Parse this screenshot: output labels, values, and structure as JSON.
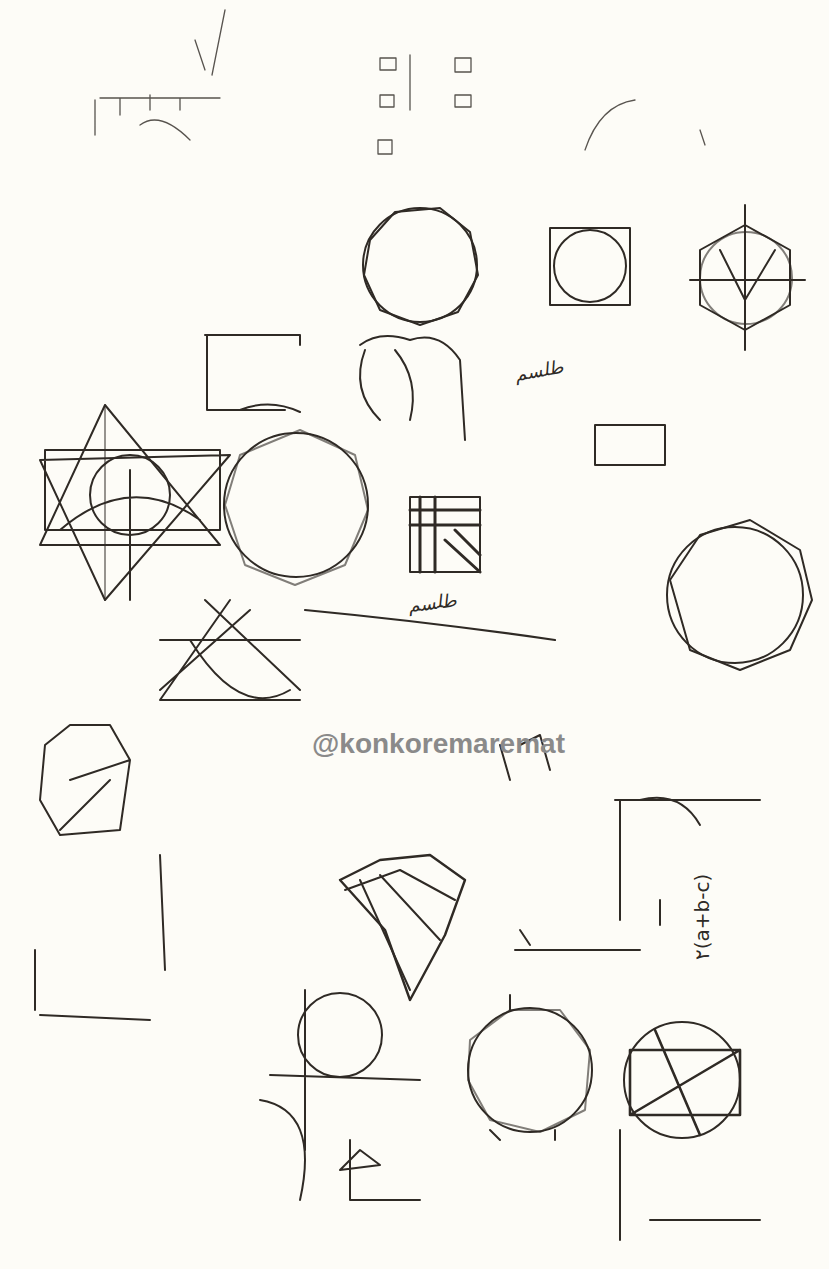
{
  "diagram": {
    "labels": [
      "@konkoremaremat",
      "طلسم",
      "طلسم",
      "۲(a+b-c)"
    ]
  }
}
